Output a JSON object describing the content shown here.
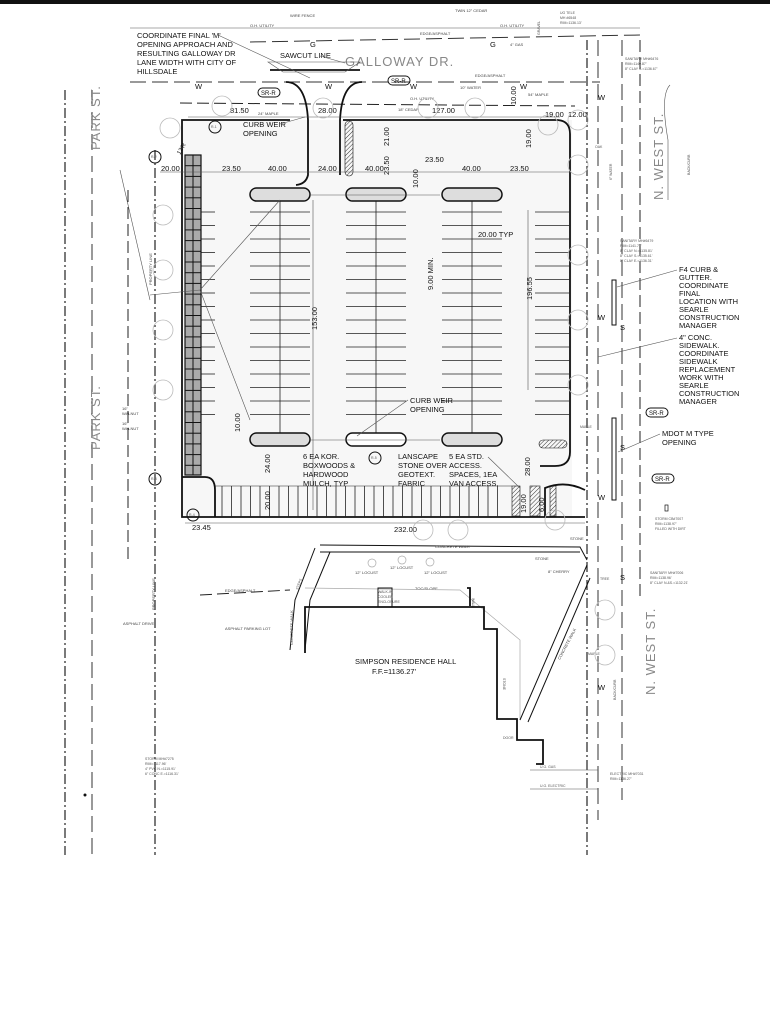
{
  "streets": {
    "north": "GALLOWAY DR.",
    "west_top": "PARK ST.",
    "west_bottom": "PARK ST.",
    "east_top": "N. WEST ST.",
    "east_bottom": "N. WEST ST."
  },
  "callouts": {
    "coordinate_m": [
      "COORDINATE FINAL 'M'",
      "OPENING APPROACH AND",
      "RESULTING GALLOWAY DR",
      "LANE WIDTH WITH CITY OF",
      "HILLSDALE"
    ],
    "sawcut": "SAWCUT LINE",
    "curb_weir_top": [
      "CURB WEIR",
      "OPENING"
    ],
    "curb_weir_mid": [
      "CURB WEIR",
      "OPENING"
    ],
    "boxwoods": [
      "6 EA KOR.",
      "BOXWOODS &",
      "HARDWOOD",
      "MULCH, TYP"
    ],
    "landscape": [
      "LANSCAPE",
      "STONE OVER",
      "GEOTEXT.",
      "FABRIC"
    ],
    "access": [
      "5 EA STD.",
      "ACCESS.",
      "SPACES, 1EA",
      "VAN ACCESS."
    ],
    "f4_curb": [
      "F4 CURB &",
      "GUTTER.",
      "COORDINATE",
      "FINAL",
      "LOCATION WITH",
      "SEARLE",
      "CONSTRUCTION",
      "MANAGER"
    ],
    "sidewalk": [
      "4\" CONC.",
      "SIDEWALK.",
      "COORDINATE",
      "SIDEWALK",
      "REPLACEMENT",
      "WORK WITH",
      "SEARLE",
      "CONSTRUCTION",
      "MANAGER"
    ],
    "mdot": [
      "MDOT M TYPE",
      "OPENING"
    ],
    "sr_r": "SR-R"
  },
  "dimensions": {
    "d81_50": "81.50",
    "d28_00_top": "28.00",
    "d127_00": "127.00",
    "d19_00_top": "19.00",
    "d12_00": "12.00",
    "d10_00_top": "10.00",
    "d21_00": "21.00",
    "d23_50_v": "23.50",
    "d19_00_v": "19.00",
    "d20_00_left": "20.00",
    "d23_50_a": "23.50",
    "d40_00_a": "40.00",
    "d24_00_h": "24.00",
    "d40_00_b": "40.00",
    "d23_50_b": "23.50",
    "d40_00_c": "40.00",
    "d23_50_c": "23.50",
    "d10_00_mid": "10.00",
    "d20_00_typ": "20.00 TYP",
    "d9_00_min": "9.00 MIN.",
    "d153_00": "153.00",
    "d196_55": "196.55",
    "d10_00_low": "10.00",
    "d24_00_v": "24.00",
    "d20_00_v": "20.00",
    "d28_00_v": "28.00",
    "d19_00_low": "19.00",
    "d6_00": "6.00",
    "d23_45": "23.45",
    "d232_00": "232.00",
    "d12_r": "12'R"
  },
  "tags": {
    "r1": "R-1",
    "r2": "R-2",
    "r3": "R-3",
    "r4": "R-4",
    "r5": "R-5"
  },
  "survey": {
    "wire_fence": "WIRE FENCE",
    "oh_utility": "O.H. UTILITY",
    "gravel": "GRAVEL",
    "twin_cedar": "TWIN 12\" CEDAR",
    "ug_tele": [
      "UG TELE",
      "MH #6548",
      "RIM=1136.13'"
    ],
    "edge_asphalt": "EDGE/ASPHALT",
    "gas_4": "4\" GAS",
    "water_10": "10\" WATER",
    "maple_54": "54\" MAPLE",
    "maple_24": "24\" MAPLE",
    "cedar_18": "18\" CEDAR",
    "san_6476": [
      "SANITARY MH#6476",
      "RIM=1140.87'",
      "8\" CLAY S.=1136.67'"
    ],
    "san_6479": [
      "SANITARY MH#6479",
      "RIM=1141.71'",
      "8\" CLAY N.=1135.81'",
      "8\" CLAY S.=1135.61'",
      "8\" CLAY E.=1136.31'"
    ],
    "storm_7007": [
      "STORM CB#7007",
      "RIM=1138.97'",
      "FILLED WITH DIRT"
    ],
    "san_7006": [
      "SANITARY MH#7006",
      "RIM=1138.96'",
      "8\" CLAY N.&S.=1132.21'"
    ],
    "storm_7275": [
      "STORM MH#7275",
      "RIM=1117.96'",
      "4\" PVC N.=1115.91'",
      "6\" CONC E.=1116.31'"
    ],
    "electric_7031": [
      "ELECTRIC MH#7031",
      "RIM=1136.27'"
    ],
    "concrete_walk": "CONCRETE WALK",
    "stone": "STONE",
    "locust": "12\" LOCUST",
    "cherry": "8\" CHERRY",
    "toc_slope": "TOC/SLOPE",
    "cooler": [
      "WALK-IN",
      "COOLER",
      "ENCLOSURE"
    ],
    "wall": "WALL",
    "steps": "STEPS",
    "asphalt_drive": "ASPHALT DRIVE",
    "asphalt_lot": "ASPHALT PARKING LOT",
    "property_line": "PROPERTY LINE",
    "walnut": [
      "16\"",
      "WALNUT",
      "16\"",
      "WALNUT"
    ],
    "door": "DOOR",
    "ug_gas": "U.G. GAS",
    "ug_electric": "U.G. ELECTRIC",
    "tree": "TREE",
    "oak": "OAK",
    "back_curb": "BACK/CURB",
    "maple": "MAPLE",
    "water_6": "6\" WATER"
  },
  "building": {
    "name": "SIMPSON RESIDENCE HALL",
    "ff": "F.F.=1136.27'"
  }
}
